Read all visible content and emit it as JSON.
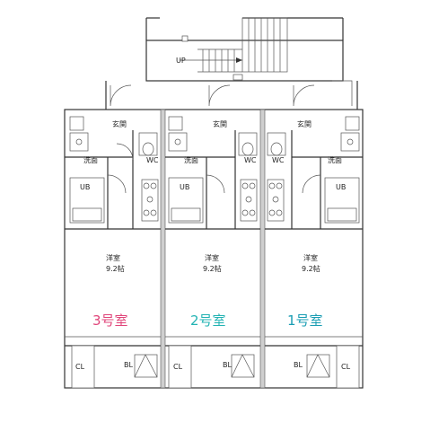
{
  "stair": {
    "up_label": "UP"
  },
  "units": [
    {
      "name": "3号室",
      "name_color": "#e0457a",
      "rooms": {
        "genkan": "玄関",
        "washroom": "洗面",
        "wc": "WC",
        "ub": "UB",
        "main_room_name": "洋室",
        "main_room_size": "9.2帖",
        "cl": "CL",
        "bl": "BL"
      }
    },
    {
      "name": "2号室",
      "name_color": "#22b3b3",
      "rooms": {
        "genkan": "玄関",
        "washroom": "洗面",
        "wc": "WC",
        "ub": "UB",
        "main_room_name": "洋室",
        "main_room_size": "9.2帖",
        "cl": "CL",
        "bl": "BL"
      }
    },
    {
      "name": "1号室",
      "name_color": "#1a9db3",
      "rooms": {
        "genkan": "玄関",
        "washroom": "洗面",
        "wc": "WC",
        "ub": "UB",
        "main_room_name": "洋室",
        "main_room_size": "9.2帖",
        "cl": "CL",
        "bl": "BL"
      }
    }
  ]
}
